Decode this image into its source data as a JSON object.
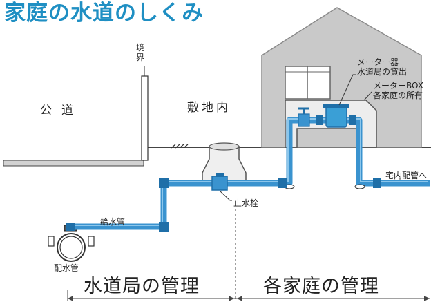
{
  "title": "家庭の水道のしくみ",
  "labels": {
    "boundary": "境界",
    "public_road": "公道",
    "premises": "敷地内",
    "meter_line1": "メーター器",
    "meter_line2": "水道局の貸出",
    "meter_box_line1": "メーターBOX",
    "meter_box_line2": "各家庭の所有",
    "indoor_piping": "宅内配管へ",
    "stopcock": "止水栓",
    "service_pipe": "給水管",
    "water_main": "配水管"
  },
  "management": {
    "bureau": "水道局の管理",
    "household": "各家庭の管理"
  },
  "colors": {
    "title": "#1f8fc3",
    "pipe": "#3a93cf",
    "pipe_dark": "#1f6fa8",
    "house": "#c9c9c9",
    "meter": "#3a9fd6"
  }
}
